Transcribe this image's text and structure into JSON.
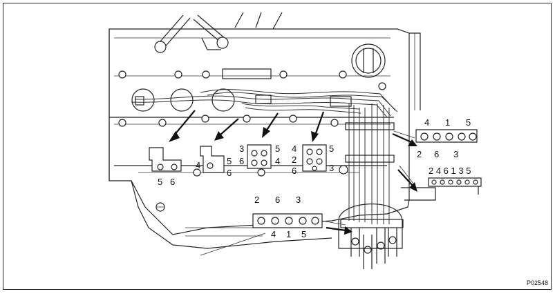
{
  "figure_code": "P02548",
  "labels": {
    "front_left": [
      "5",
      "6"
    ],
    "clamp_2": [
      "4",
      "5",
      "6"
    ],
    "clamp_3": [
      "3",
      "5",
      "6",
      "4"
    ],
    "clamp_4": [
      "4",
      "5",
      "2",
      "6",
      "3"
    ],
    "bracket_right_top": [
      "4",
      "1",
      "5"
    ],
    "bracket_right_bottom": [
      "2",
      "6",
      "3"
    ],
    "bracket_far_right": "2 4 6 1 3 5",
    "bracket_center_top": [
      "2",
      "6",
      "3"
    ],
    "bracket_center_bottom": [
      "4",
      "1",
      "5"
    ]
  },
  "colors": {
    "line": "#222222",
    "background": "#ffffff"
  }
}
